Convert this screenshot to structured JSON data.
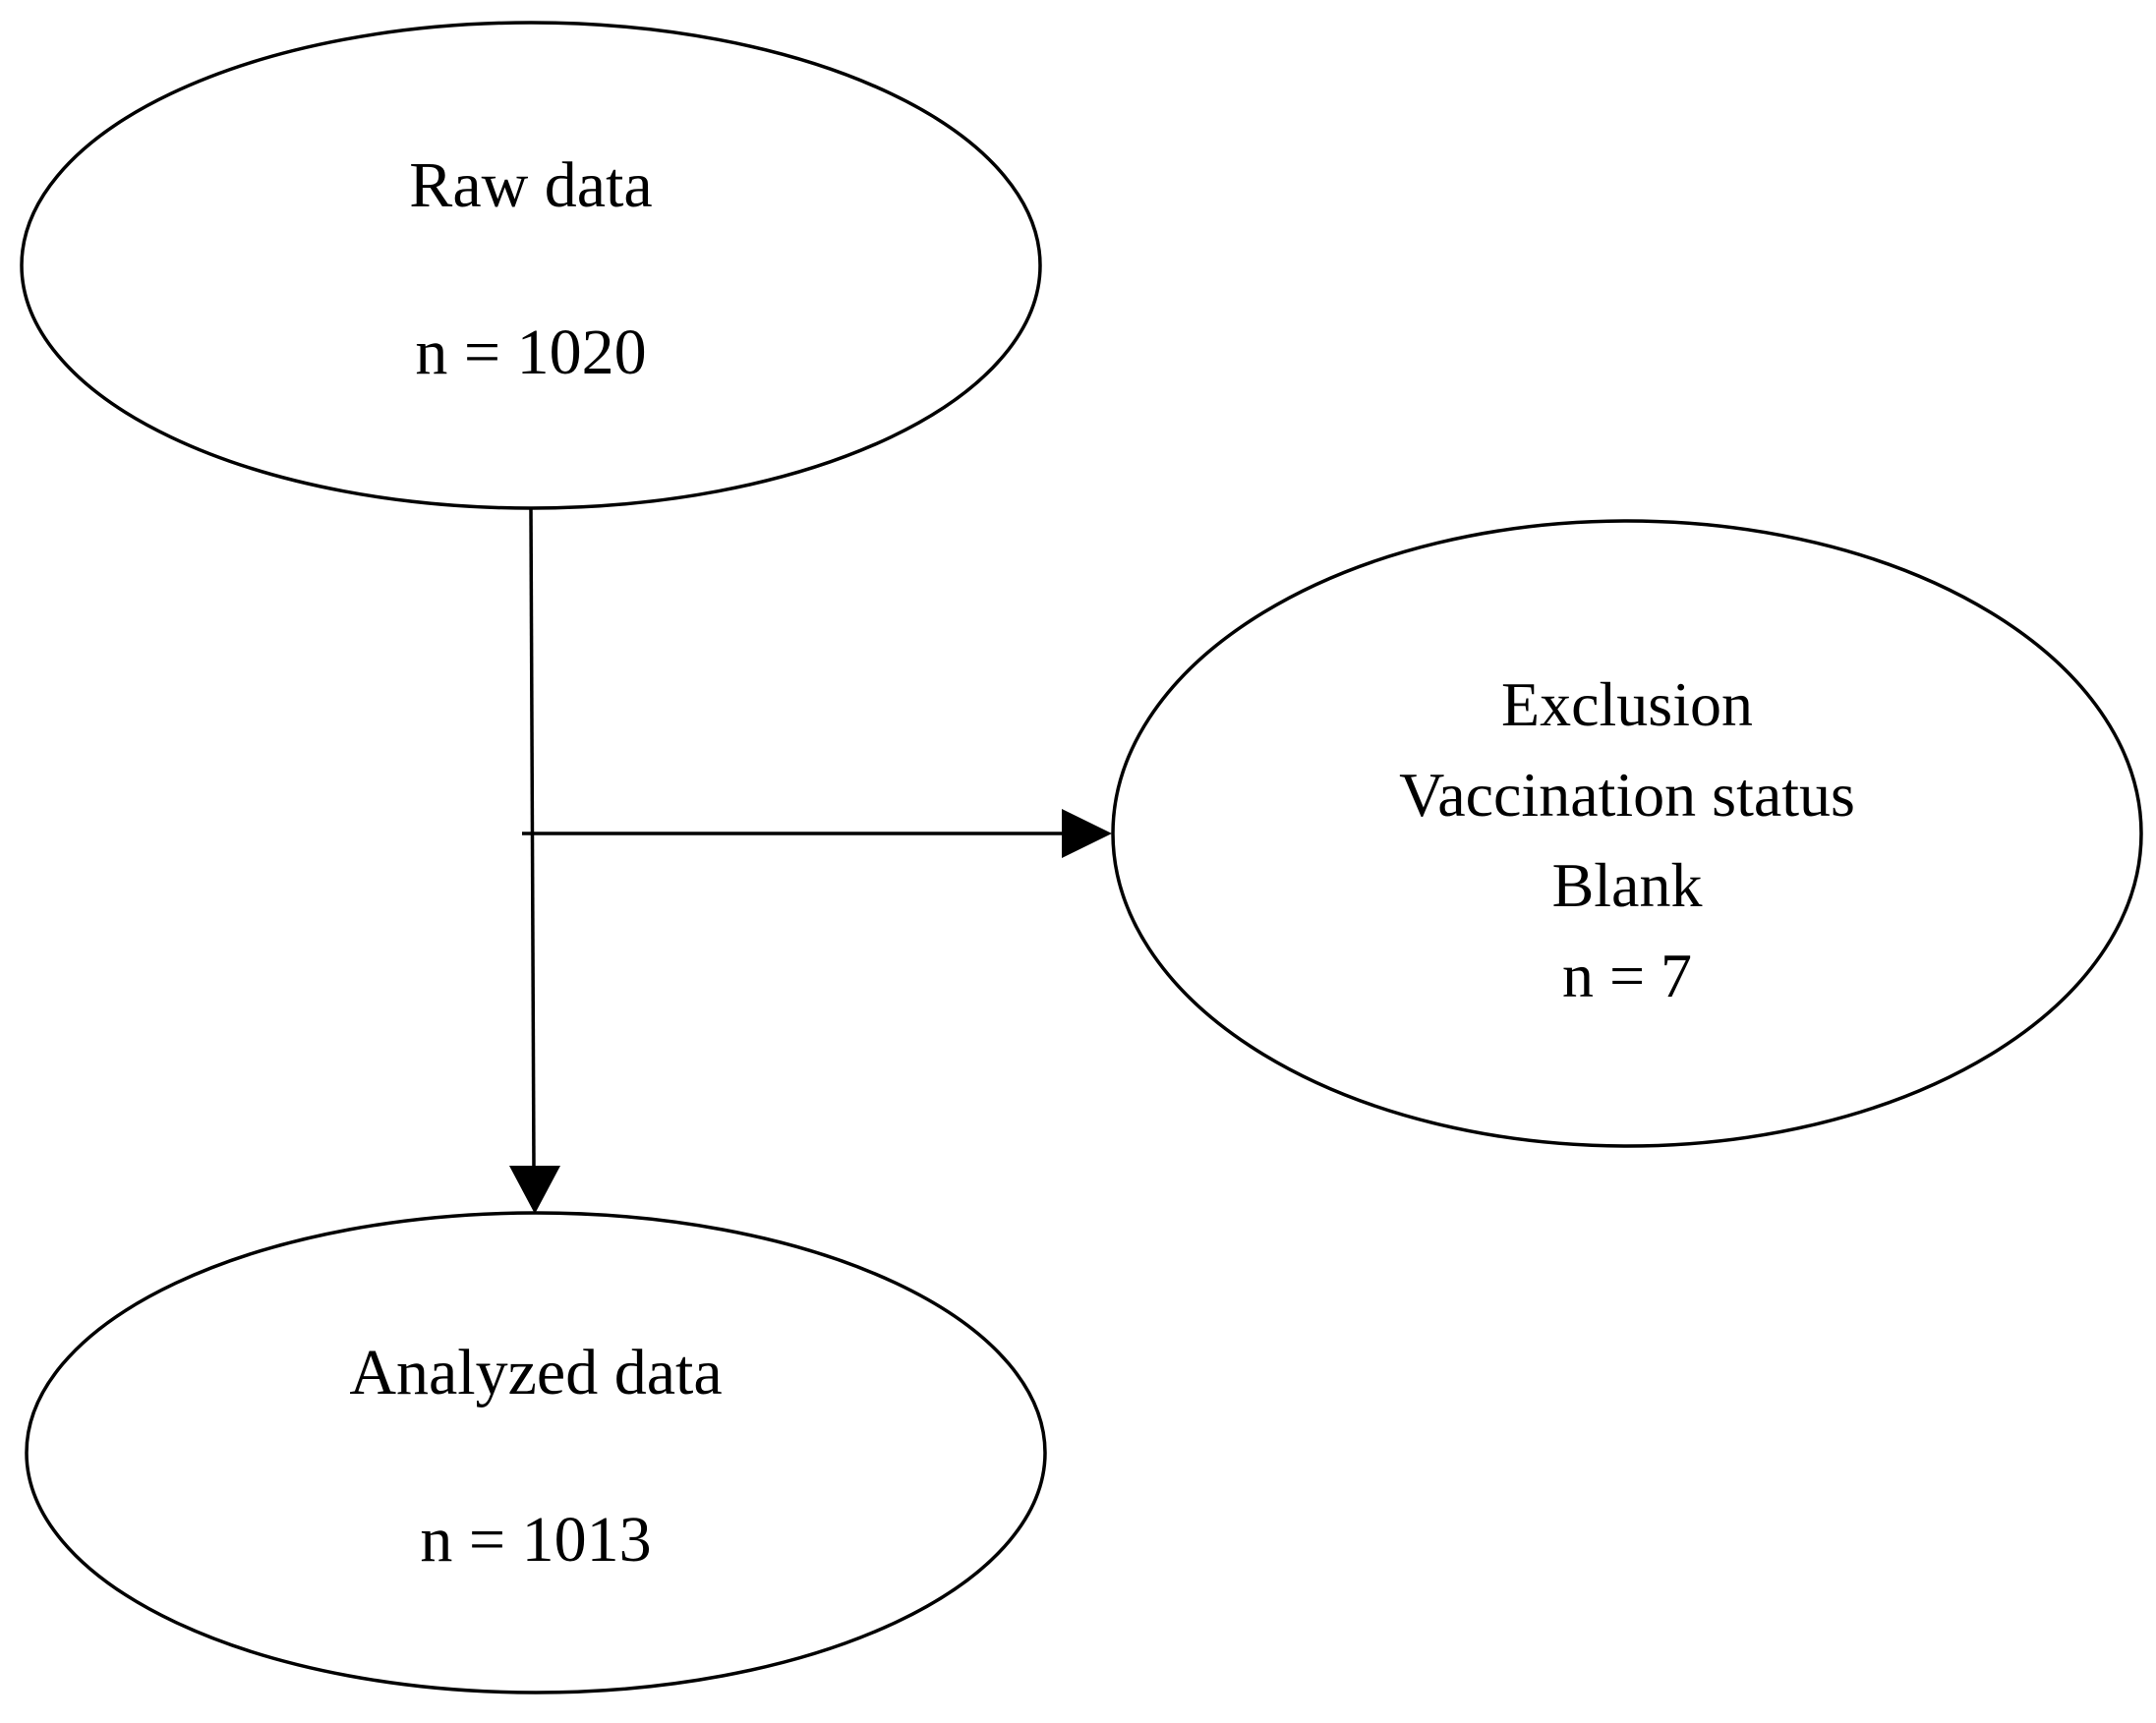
{
  "nodes": {
    "raw": {
      "title": "Raw data",
      "count": "n = 1020"
    },
    "exclusion": {
      "title": "Exclusion",
      "reason": "Vaccination status",
      "detail": "Blank",
      "count": "n = 7"
    },
    "analyzed": {
      "title": "Analyzed data",
      "count": "n = 1013"
    }
  },
  "colors": {
    "stroke": "#000000",
    "fill": "#ffffff"
  }
}
